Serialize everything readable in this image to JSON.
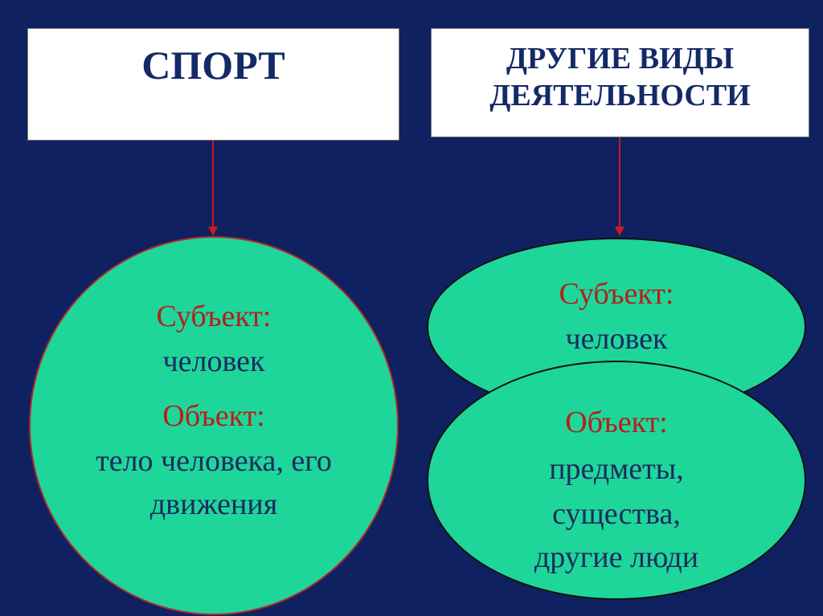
{
  "boxes": {
    "sport": "СПОРТ",
    "other_line1": "ДРУГИЕ ВИДЫ",
    "other_line2": "ДЕЯТЕЛЬНОСТИ"
  },
  "sport_circle": {
    "subject_label": "Субъект:",
    "subject_value": "человек",
    "object_label": "Объект:",
    "object_line1": "тело человека, его",
    "object_line2": "движения"
  },
  "other_subject": {
    "label": "Субъект:",
    "value": "человек"
  },
  "other_object": {
    "label": "Объект:",
    "line1": "предметы,",
    "line2": "существа,",
    "line3": "другие люди"
  },
  "colors": {
    "background": "#0f2161",
    "ellipse_fill": "#1fd69a",
    "arrow": "#cc1a1a",
    "label_red": "#b3201c",
    "text_navy": "#1c2a60"
  }
}
